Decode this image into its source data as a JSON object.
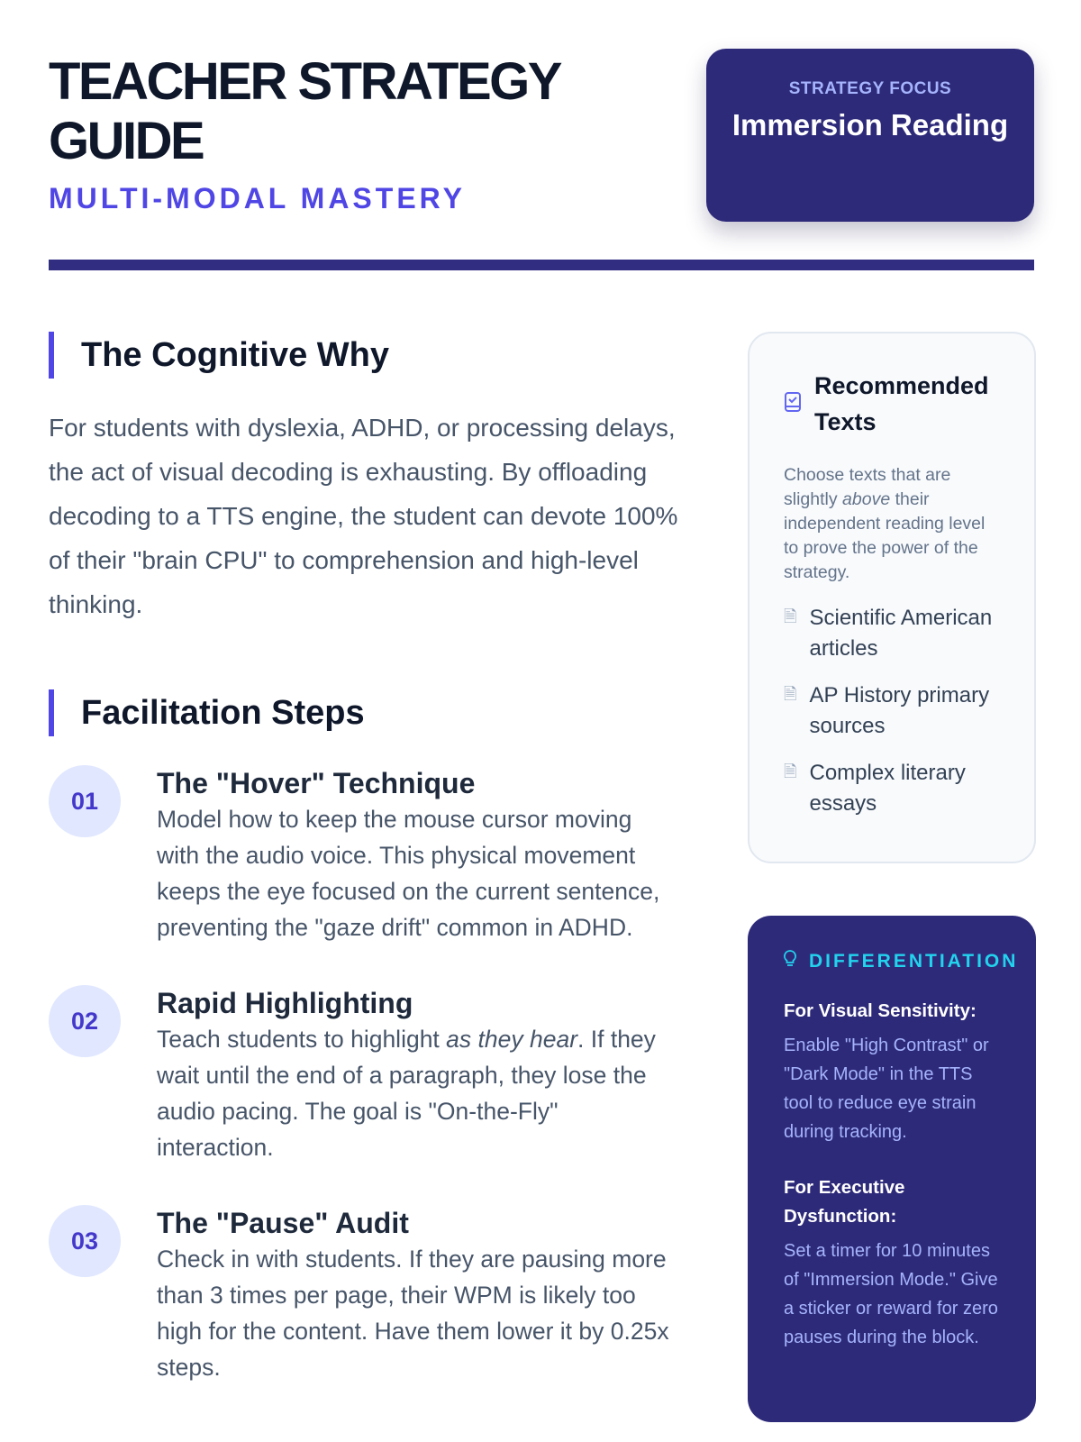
{
  "header": {
    "title": "TEACHER STRATEGY GUIDE",
    "subtitle": "MULTI-MODAL MASTERY",
    "badge_label": "STRATEGY FOCUS",
    "badge_value": "Immersion Reading"
  },
  "why": {
    "title": "The Cognitive Why",
    "text": "For students with dyslexia, ADHD, or processing delays, the act of visual decoding is exhausting. By offloading decoding to a TTS engine, the student can devote 100% of their \"brain CPU\" to comprehension and high-level thinking."
  },
  "steps": {
    "title": "Facilitation Steps",
    "items": [
      {
        "num": "01",
        "title": "The \"Hover\" Technique",
        "text": "Model how to keep the mouse cursor moving with the audio voice. This physical movement keeps the eye focused on the current sentence, preventing the \"gaze drift\" common in ADHD."
      },
      {
        "num": "02",
        "title": "Rapid Highlighting",
        "text_a": "Teach students to highlight ",
        "text_em": "as they hear",
        "text_b": ". If they wait until the end of a paragraph, they lose the audio pacing. The goal is \"On-the-Fly\" interaction."
      },
      {
        "num": "03",
        "title": "The \"Pause\" Audit",
        "text": "Check in with students. If they are pausing more than 3 times per page, their WPM is likely too high for the content. Have them lower it by 0.25x steps."
      }
    ]
  },
  "recommended": {
    "title": "Recommended Texts",
    "desc_a": "Choose texts that are slightly ",
    "desc_em": "above",
    "desc_b": " their independent reading level to prove the power of the strategy.",
    "items": [
      "Scientific American articles",
      "AP History primary sources",
      "Complex literary essays"
    ]
  },
  "differentiation": {
    "title": "DIFFERENTIATION",
    "groups": [
      {
        "heading": "For Visual Sensitivity:",
        "text": "Enable \"High Contrast\" or \"Dark Mode\" in the TTS tool to reduce eye strain during tracking."
      },
      {
        "heading": "For Executive Dysfunction:",
        "text": "Set a timer for 10 minutes of \"Immersion Mode.\" Give a sticker or reward for zero pauses during the block."
      }
    ]
  }
}
